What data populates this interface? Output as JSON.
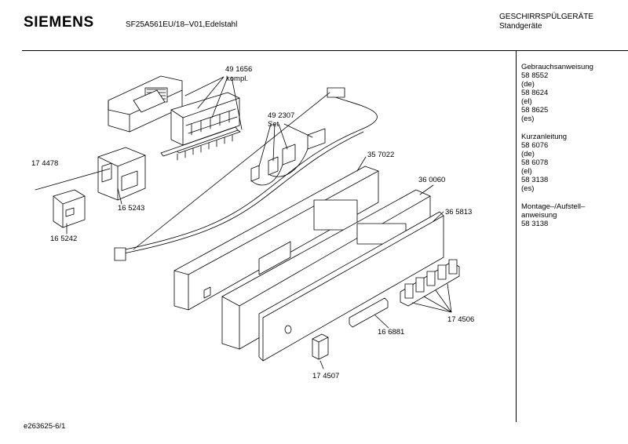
{
  "header": {
    "brand": "SIEMENS",
    "model": "SF25A561EU/18–V01,Edelstahl",
    "category": "GESCHIRRSPÜLGERÄTE",
    "subcategory": "Standgeräte"
  },
  "sidebar": {
    "blocks": [
      {
        "title": "Gebrauchsanweisung",
        "lines": [
          "58 8552",
          "(de)",
          "58 8624",
          "(el)",
          "58 8625",
          "(es)"
        ]
      },
      {
        "title": "Kurzanleitung",
        "lines": [
          "58 6076",
          "(de)",
          "58 6078",
          "(el)",
          "58 3138",
          "(es)"
        ]
      },
      {
        "title": "Montage–/Aufstell–",
        "lines": [
          "anweisung",
          "58 3138"
        ]
      }
    ]
  },
  "parts": {
    "p491656": "49 1656",
    "kompl": "kompl.",
    "p492307": "49 2307",
    "set": "Set",
    "p174478": "17 4478",
    "p165243": "16 5243",
    "p165242": "16 5242",
    "p357022": "35 7022",
    "p360060": "36 0060",
    "p365813": "36 5813",
    "p174506": "17 4506",
    "p166881": "16 6881",
    "p174507": "17 4507"
  },
  "footer": {
    "code": "e263625-6/1"
  }
}
